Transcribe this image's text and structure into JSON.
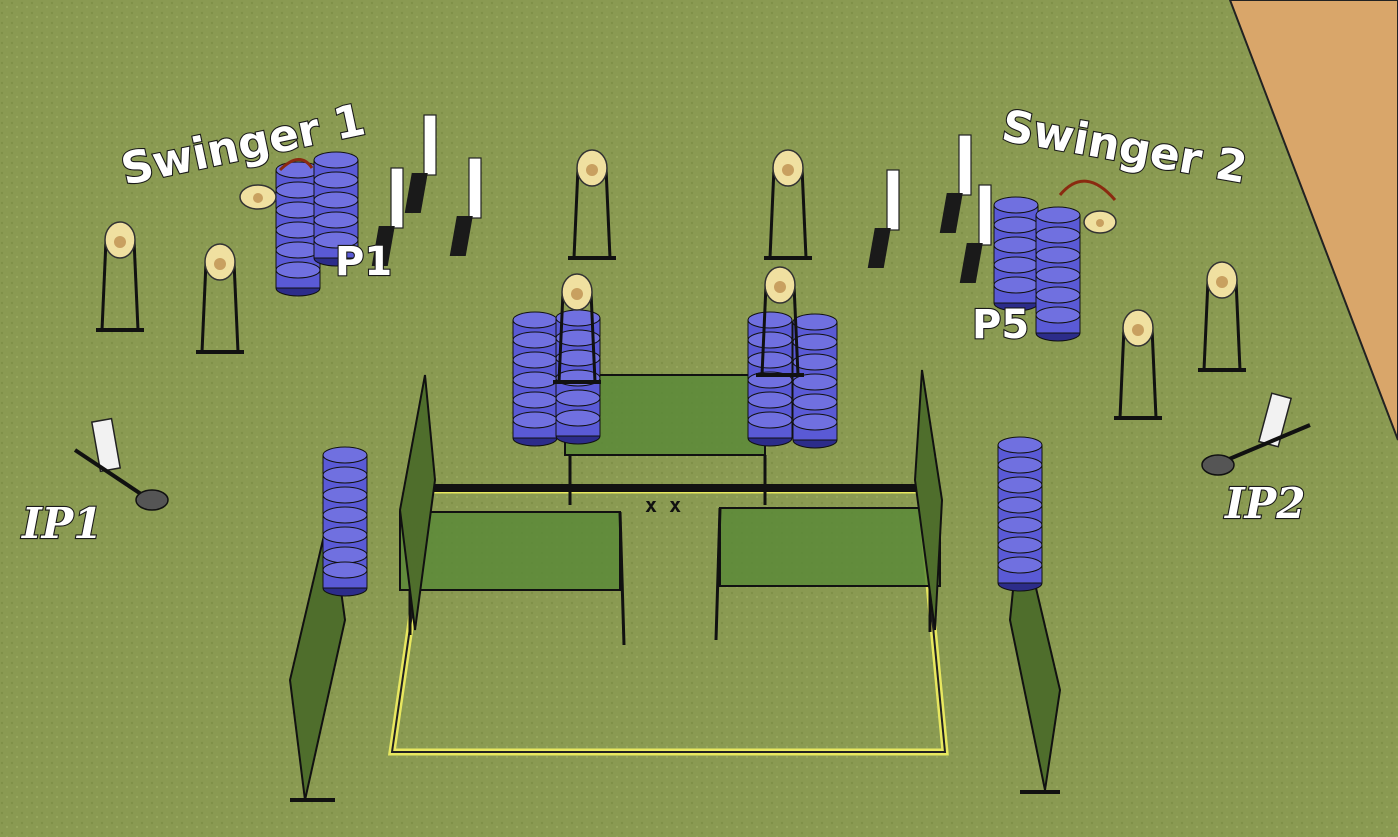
{
  "labels": {
    "swinger1": "Swinger 1",
    "swinger2": "Swinger 2",
    "p1": "P1",
    "p5": "P5",
    "ip1": "IP1",
    "ip2": "IP2",
    "xx": "x x"
  },
  "colors": {
    "grass": "#8a9a52",
    "sand": "#d9a66a",
    "barrel": "#5a5ad6",
    "barrel_dark": "#2c2c8a",
    "panel": "#5a8a38",
    "fault_line": "#e8e860",
    "target_face": "#f0e0a0"
  }
}
